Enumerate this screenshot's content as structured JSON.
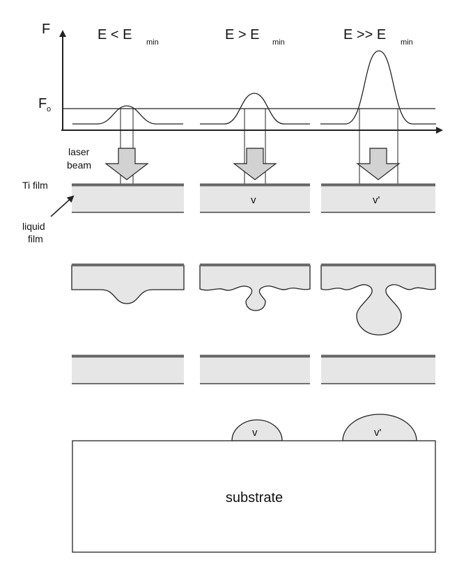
{
  "axis": {
    "y_label": "F",
    "threshold_label": "F",
    "threshold_subscript": "o"
  },
  "columns": [
    {
      "condition_main": "E < E",
      "condition_sub": "min",
      "volume_label": ""
    },
    {
      "condition_main": "E > E",
      "condition_sub": "min",
      "volume_label": "v"
    },
    {
      "condition_main": "E >> E",
      "condition_sub": "min",
      "volume_label": "v'"
    }
  ],
  "labels": {
    "laser_line1": "laser",
    "laser_line2": "beam",
    "ti_film": "Ti film",
    "liquid_line1": "liquid",
    "liquid_line2": "film",
    "substrate": "substrate",
    "droplet_small": "v",
    "droplet_large": "v'"
  },
  "colors": {
    "stroke": "#222222",
    "liquid_fill": "#e6e6e6",
    "arrow_fill": "#d2d2d2",
    "ti_film": "#8a8a8a",
    "background": "#ffffff"
  }
}
